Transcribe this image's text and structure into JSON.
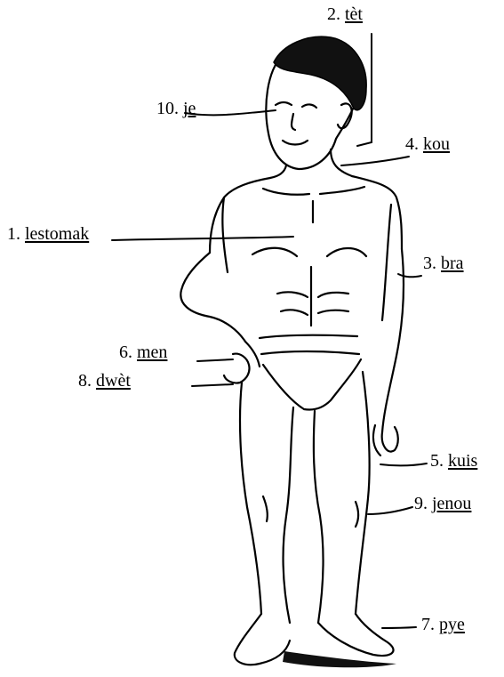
{
  "labels": [
    {
      "num": "1.",
      "word": "lestomak"
    },
    {
      "num": "2.",
      "word": "tèt"
    },
    {
      "num": "3.",
      "word": "bra"
    },
    {
      "num": "4.",
      "word": "kou"
    },
    {
      "num": "5.",
      "word": "kuis"
    },
    {
      "num": "6.",
      "word": "men"
    },
    {
      "num": "7.",
      "word": "pye"
    },
    {
      "num": "8.",
      "word": "dwèt"
    },
    {
      "num": "9.",
      "word": "jenou"
    },
    {
      "num": "10.",
      "word": "je"
    }
  ],
  "colors": {
    "ink": "#000000",
    "background": "#ffffff"
  }
}
